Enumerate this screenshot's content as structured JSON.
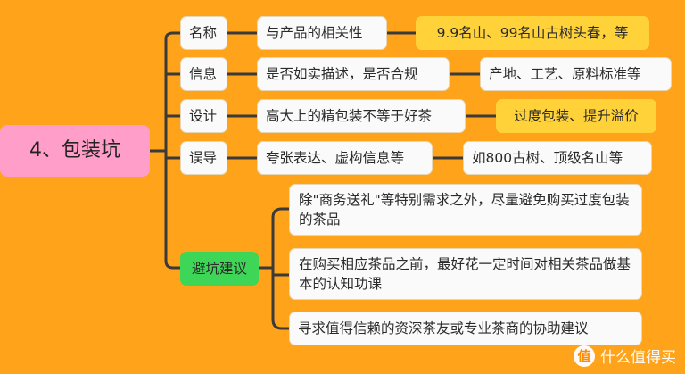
{
  "center": {
    "label": "4、包装坑"
  },
  "branches": [
    {
      "label": "名称",
      "detail": "与产品的相关性",
      "extra": "9.9名山、99名山古树头春，等",
      "extra_style": "yellow"
    },
    {
      "label": "信息",
      "detail": "是否如实描述，是否合规",
      "extra": "产地、工艺、原料标准等",
      "extra_style": "white"
    },
    {
      "label": "设计",
      "detail": "高大上的精包装不等于好茶",
      "extra": "过度包装、提升溢价",
      "extra_style": "yellow"
    },
    {
      "label": "误导",
      "detail": "夸张表达、虚构信息等",
      "extra": "如800古树、顶级名山等",
      "extra_style": "white"
    }
  ],
  "advice": {
    "label": "避坑建议",
    "items": [
      "除\"商务送礼\"等特别需求之外，尽量避免购买过度包装的茶品",
      "在购买相应茶品之前，最好花一定时间对相关茶品做基本的认知功课",
      "寻求值得信赖的资深茶友或专业茶商的协助建议"
    ]
  },
  "watermark": {
    "icon_text": "值",
    "text": "什么值得买"
  },
  "colors": {
    "background": "#ffa31a",
    "center_node": "#ff9ec8",
    "highlight_node": "#ffd23a",
    "advice_node": "#3dd656",
    "connector": "#3a3a3a"
  }
}
